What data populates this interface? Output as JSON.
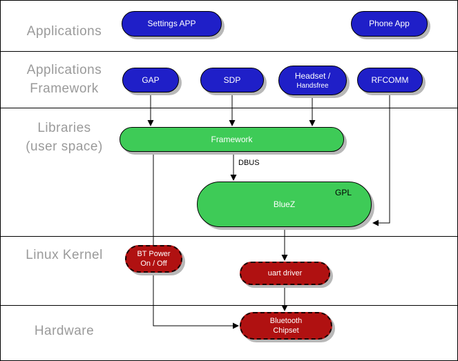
{
  "layers": [
    {
      "name": "applications",
      "lines": [
        "Applications"
      ]
    },
    {
      "name": "applications-framework",
      "lines": [
        "Applications",
        "Framework"
      ]
    },
    {
      "name": "libraries-user-space",
      "lines": [
        "Libraries",
        "(user space)"
      ]
    },
    {
      "name": "linux-kernel",
      "lines": [
        "Linux Kernel"
      ]
    },
    {
      "name": "hardware",
      "lines": [
        "Hardware"
      ]
    }
  ],
  "nodes": {
    "settings_app": {
      "lines": [
        "Settings APP"
      ],
      "color": "#1f1fc8"
    },
    "phone_app": {
      "lines": [
        "Phone App"
      ],
      "color": "#1f1fc8"
    },
    "gap": {
      "lines": [
        "GAP"
      ],
      "color": "#1f1fc8"
    },
    "sdp": {
      "lines": [
        "SDP"
      ],
      "color": "#1f1fc8"
    },
    "headset_handsfree": {
      "lines": [
        "Headset /",
        "Handsfree"
      ],
      "color": "#1f1fc8"
    },
    "rfcomm": {
      "lines": [
        "RFCOMM"
      ],
      "color": "#1f1fc8"
    },
    "framework": {
      "lines": [
        "Framework"
      ],
      "color": "#3ecb57"
    },
    "bluez": {
      "lines": [
        "BlueZ"
      ],
      "badge": "GPL",
      "color": "#3ecb57"
    },
    "bt_power": {
      "lines": [
        "BT Power",
        "On / Off"
      ],
      "color": "#b01111"
    },
    "uart_driver": {
      "lines": [
        "uart driver"
      ],
      "color": "#b01111"
    },
    "bluetooth_chipset": {
      "lines": [
        "Bluetooth",
        "Chipset"
      ],
      "color": "#b01111"
    }
  },
  "edge_labels": {
    "dbus": "DBUS"
  },
  "edges": [
    {
      "from": "gap",
      "to": "framework"
    },
    {
      "from": "sdp",
      "to": "framework"
    },
    {
      "from": "headset_handsfree",
      "to": "framework"
    },
    {
      "from": "framework",
      "to": "bluez",
      "label": "DBUS"
    },
    {
      "from": "rfcomm",
      "to": "bluez"
    },
    {
      "from": "framework",
      "to": "bluetooth_chipset",
      "via": "bt_power"
    },
    {
      "from": "bluez",
      "to": "uart_driver"
    },
    {
      "from": "uart_driver",
      "to": "bluetooth_chipset"
    }
  ],
  "colors": {
    "app_node_blue": "#1f1fc8",
    "library_node_green": "#3ecb57",
    "kernel_node_red": "#b01111",
    "layer_label_gray": "#9a9a9a",
    "node_text": "#ffffff",
    "node_shadow": "#b8b8b8",
    "line_black": "#000000"
  }
}
